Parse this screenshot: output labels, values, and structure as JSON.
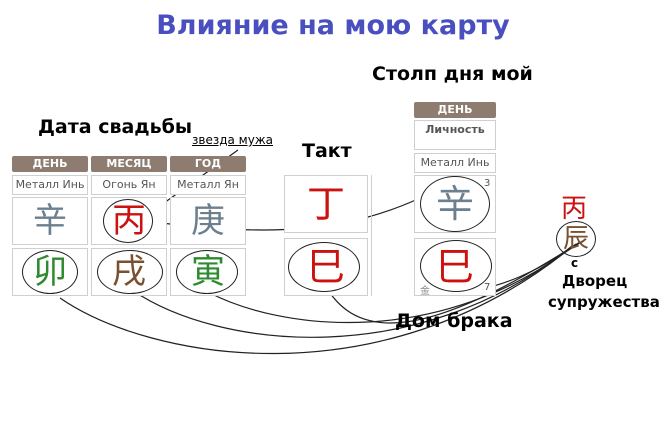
{
  "title": "Влияние на мою карту",
  "labels": {
    "wedding_date": "Дата свадьбы",
    "husband_star": "звезда мужа",
    "takt": "Такт",
    "my_day_pillar": "Столп дня мой",
    "marriage_house": "Дом брака",
    "spouse_palace_line1": "Дворец",
    "spouse_palace_line2": "супружества"
  },
  "wedding": {
    "columns": [
      {
        "header": "ДЕНЬ",
        "element": "Металл Инь",
        "stem": "辛",
        "branch": "卯"
      },
      {
        "header": "МЕСЯЦ",
        "element": "Огонь Ян",
        "stem": "丙",
        "branch": "戌"
      },
      {
        "header": "ГОД",
        "element": "Металл Ян",
        "stem": "庚",
        "branch": "寅"
      }
    ]
  },
  "takt": {
    "stem": "丁",
    "branch": "巳"
  },
  "my_day": {
    "header": "ДЕНЬ",
    "role": "Личность",
    "element": "Металл Инь",
    "stem": "辛",
    "stem_num": "3",
    "branch": "巳",
    "branch_sub": "金",
    "branch_num": "7"
  },
  "spouse_palace": {
    "stem": "丙",
    "branch": "辰",
    "tick": "c"
  }
}
